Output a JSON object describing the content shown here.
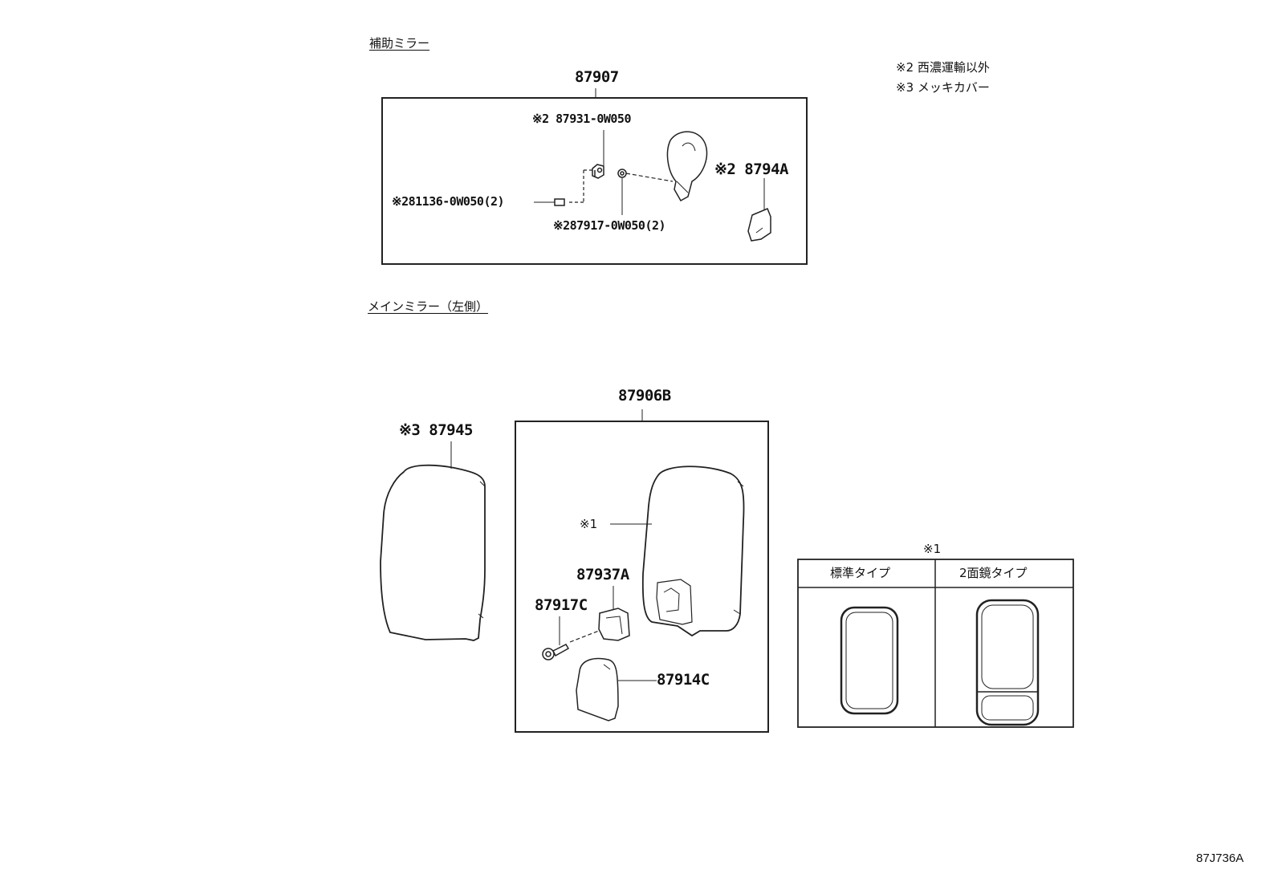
{
  "sections": {
    "aux_mirror": "補助ミラー",
    "main_mirror": "メインミラー（左側）"
  },
  "notes": {
    "note2": "※2 西濃運輸以外",
    "note3": "※3 メッキカバー"
  },
  "aux_assembly": {
    "part_number": "87907",
    "callouts": {
      "bracket": "※2 87931-0W050",
      "screw": "※281136-0W050(2)",
      "nut": "※287917-0W050(2)",
      "mirror": "※2 8794A"
    }
  },
  "main_assembly": {
    "part_number": "87906B",
    "callouts": {
      "cover": "※3 87945",
      "mirror_ref": "※1",
      "holder": "87937A",
      "bolt": "87917C",
      "lower_cover": "87914C"
    }
  },
  "variant_table": {
    "marker": "※1",
    "headers": [
      "標準タイプ",
      "2面鏡タイプ"
    ]
  },
  "figure_code": "87J736A"
}
